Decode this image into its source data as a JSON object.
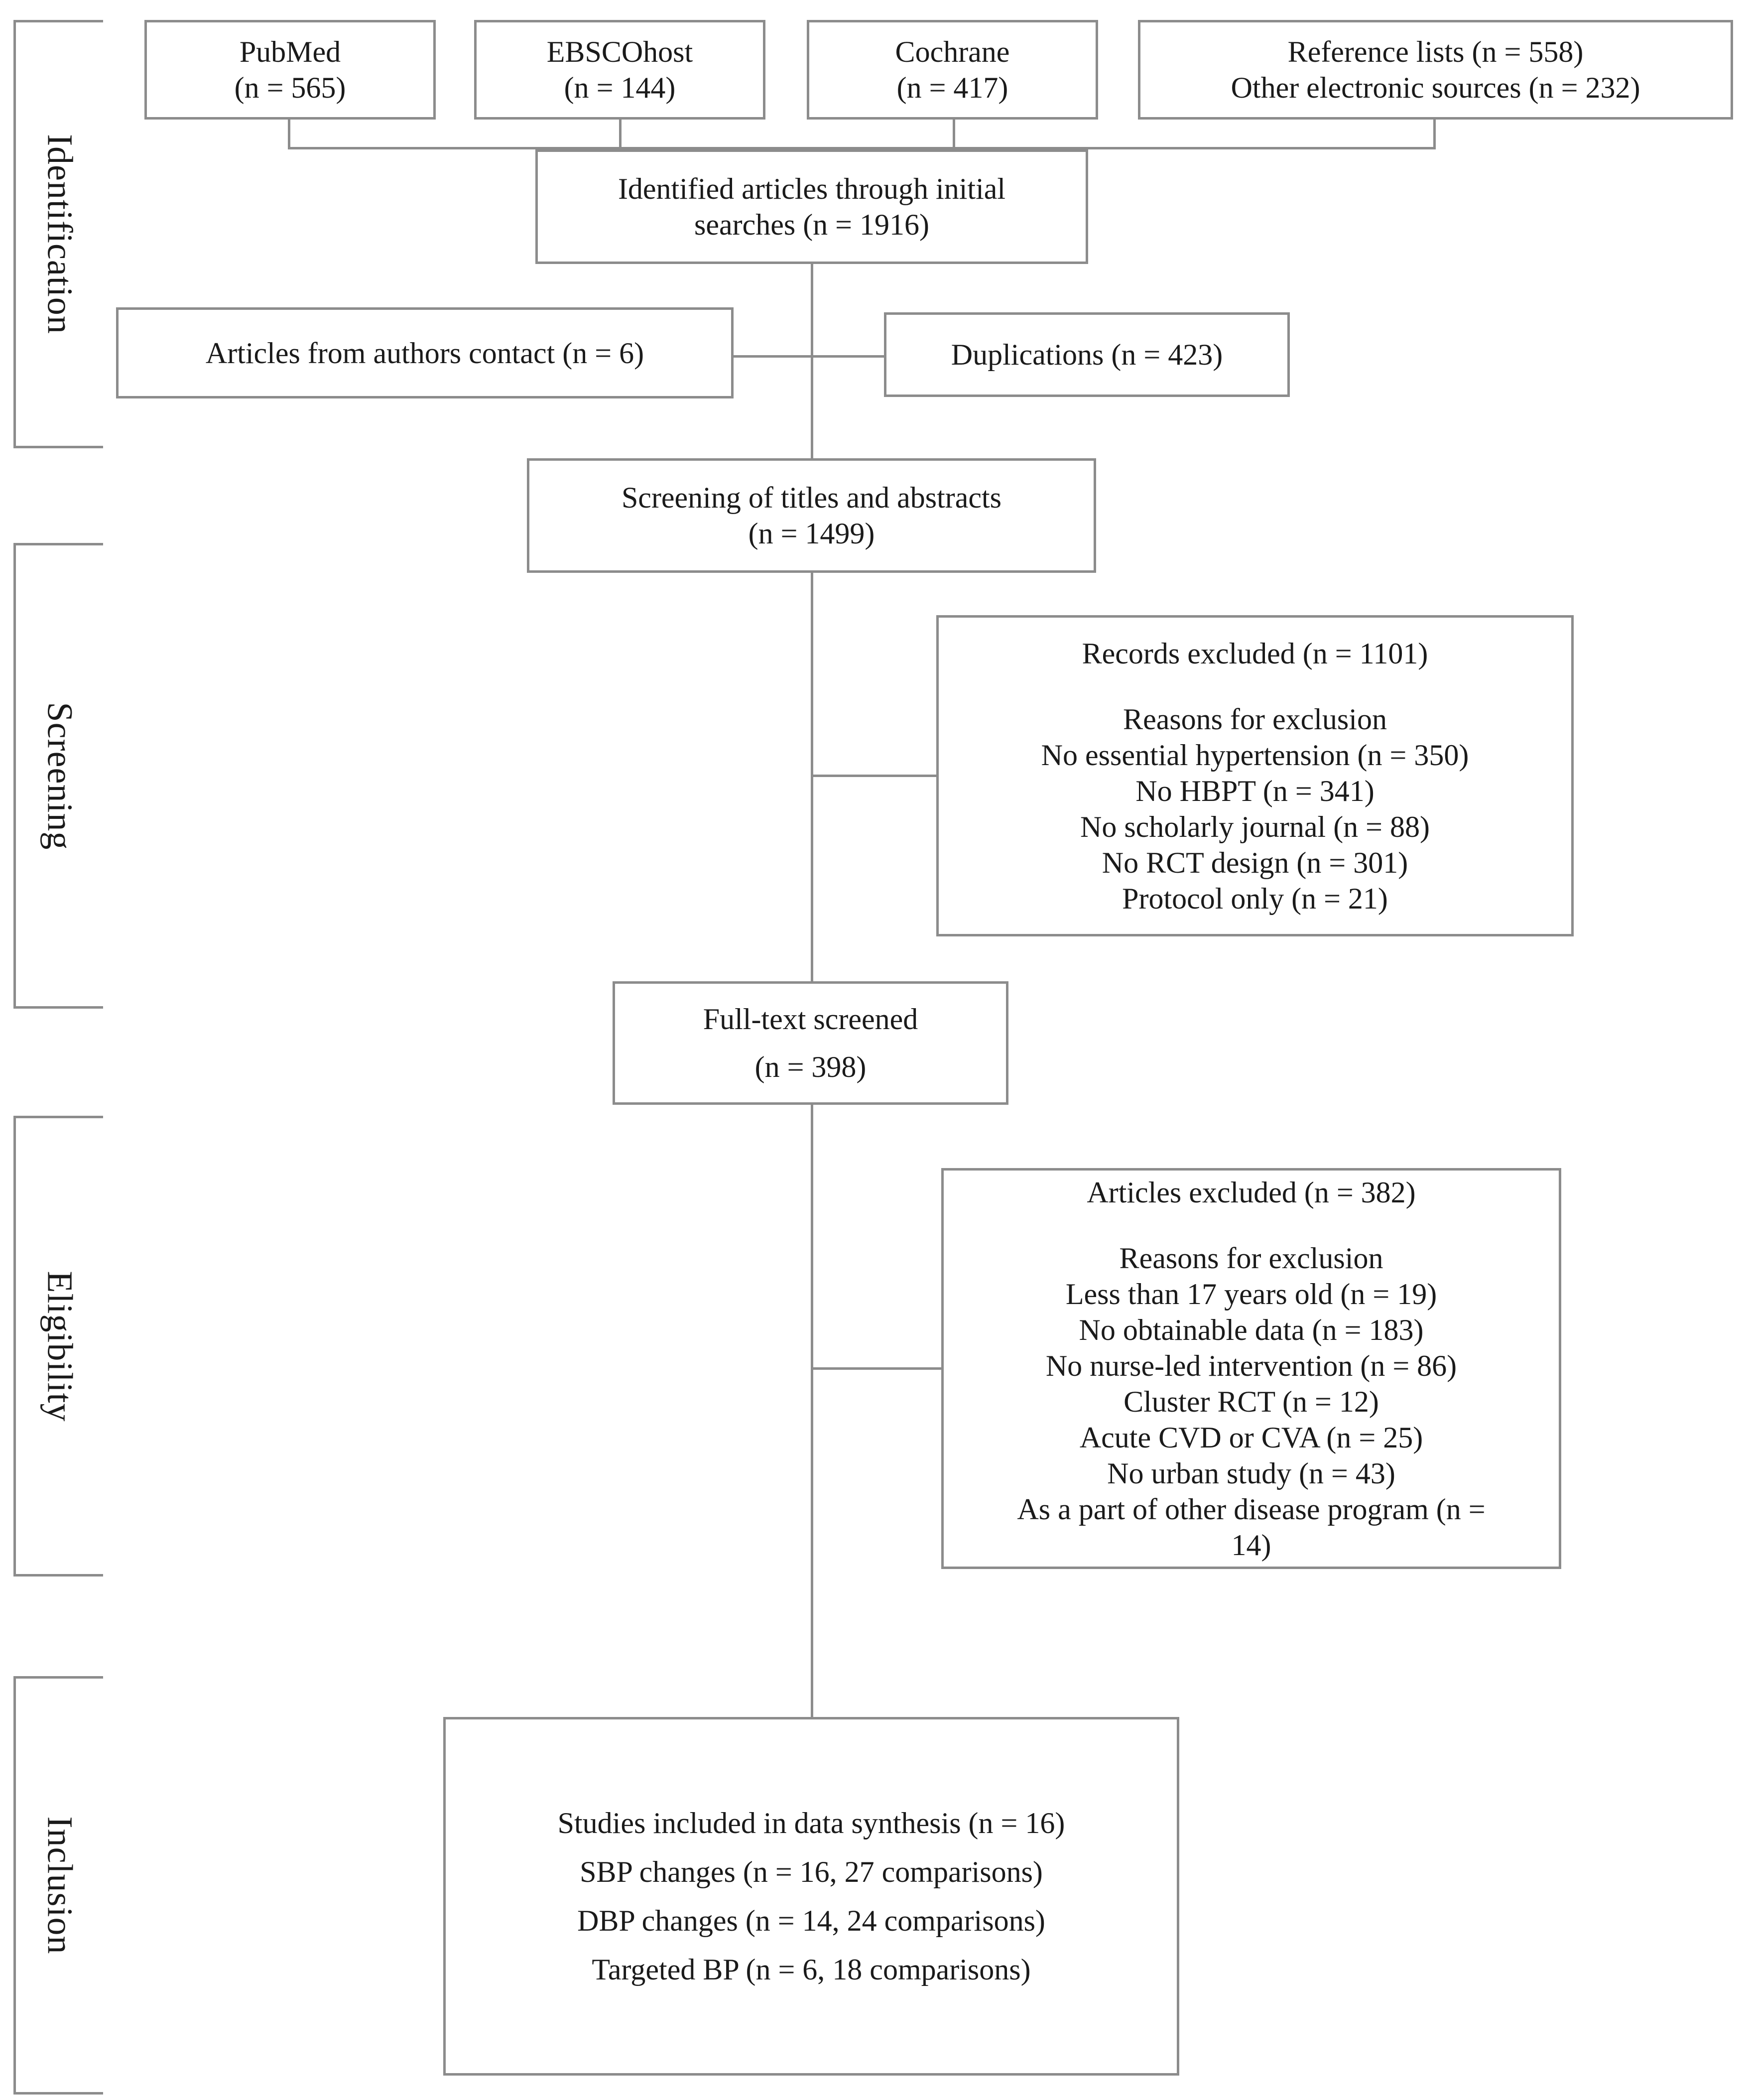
{
  "stages": {
    "identification": "Identification",
    "screening": "Screening",
    "eligibility": "Eligibility",
    "inclusion": "Inclusion"
  },
  "sources": {
    "pubmed": {
      "name": "PubMed",
      "count": "(n = 565)"
    },
    "ebsco": {
      "name": "EBSCOhost",
      "count": "(n = 144)"
    },
    "cochrane": {
      "name": "Cochrane",
      "count": "(n = 417)"
    },
    "reference": {
      "line1": "Reference lists (n = 558)",
      "line2": "Other electronic sources (n = 232)"
    }
  },
  "identified": {
    "line1": "Identified articles through initial",
    "line2": "searches (n = 1916)"
  },
  "authors_contact": "Articles from authors contact (n = 6)",
  "duplications": "Duplications (n = 423)",
  "screening_box": {
    "line1": "Screening of titles and abstracts",
    "line2": "(n = 1499)"
  },
  "records_excluded": {
    "title": "Records excluded (n = 1101)",
    "reasons_heading": "Reasons for exclusion",
    "reasons": [
      "No essential hypertension (n = 350)",
      "No HBPT (n = 341)",
      "No scholarly journal (n = 88)",
      "No RCT design (n = 301)",
      "Protocol only (n = 21)"
    ]
  },
  "fulltext": {
    "line1": "Full-text screened",
    "line2": "(n = 398)"
  },
  "articles_excluded": {
    "title": "Articles excluded (n = 382)",
    "reasons_heading": "Reasons for exclusion",
    "reasons": [
      "Less than 17 years old (n = 19)",
      "No obtainable data (n = 183)",
      "No nurse-led intervention (n = 86)",
      "Cluster RCT (n = 12)",
      "Acute CVD or CVA (n = 25)",
      "No urban study (n = 43)",
      "As a part of other disease program (n =",
      "14)"
    ]
  },
  "included": {
    "lines": [
      "Studies included in data synthesis (n = 16)",
      "SBP changes (n = 16, 27 comparisons)",
      "DBP changes (n = 14, 24 comparisons)",
      "Targeted BP (n = 6, 18 comparisons)"
    ]
  }
}
